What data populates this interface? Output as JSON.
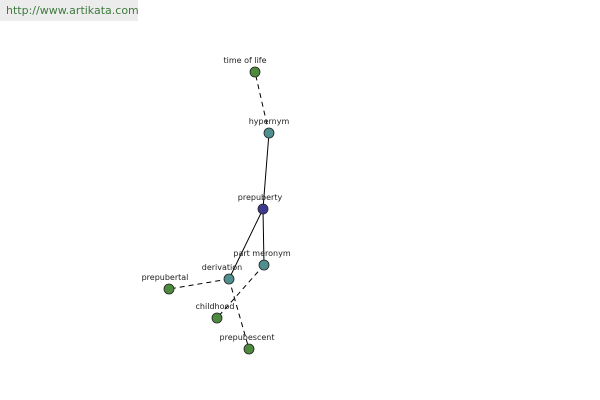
{
  "source": {
    "text": "http://www.artikata.com"
  },
  "colors": {
    "relation": "#4f8f8f",
    "center": "#3d3b8f",
    "word": "#4e8a3e"
  },
  "graph": {
    "nodes": [
      {
        "id": "prepuberty",
        "label": "prepuberty",
        "kind": "center"
      },
      {
        "id": "hypernym",
        "label": "hypernym",
        "kind": "relation"
      },
      {
        "id": "time_of_life",
        "label": "time of life",
        "kind": "word"
      },
      {
        "id": "part_meronym",
        "label": "part meronym",
        "kind": "relation"
      },
      {
        "id": "derivation",
        "label": "derivation",
        "kind": "relation"
      },
      {
        "id": "prepubertal",
        "label": "prepubertal",
        "kind": "word"
      },
      {
        "id": "childhood",
        "label": "childhood",
        "kind": "word"
      },
      {
        "id": "prepubescent",
        "label": "prepubescent",
        "kind": "word"
      }
    ],
    "edges": [
      {
        "from": "prepuberty",
        "to": "hypernym",
        "style": "solid"
      },
      {
        "from": "hypernym",
        "to": "time_of_life",
        "style": "dashed"
      },
      {
        "from": "prepuberty",
        "to": "part_meronym",
        "style": "solid"
      },
      {
        "from": "prepuberty",
        "to": "derivation",
        "style": "solid"
      },
      {
        "from": "derivation",
        "to": "prepubertal",
        "style": "dashed"
      },
      {
        "from": "derivation",
        "to": "prepubescent",
        "style": "dashed"
      },
      {
        "from": "part_meronym",
        "to": "childhood",
        "style": "dashed"
      }
    ]
  }
}
